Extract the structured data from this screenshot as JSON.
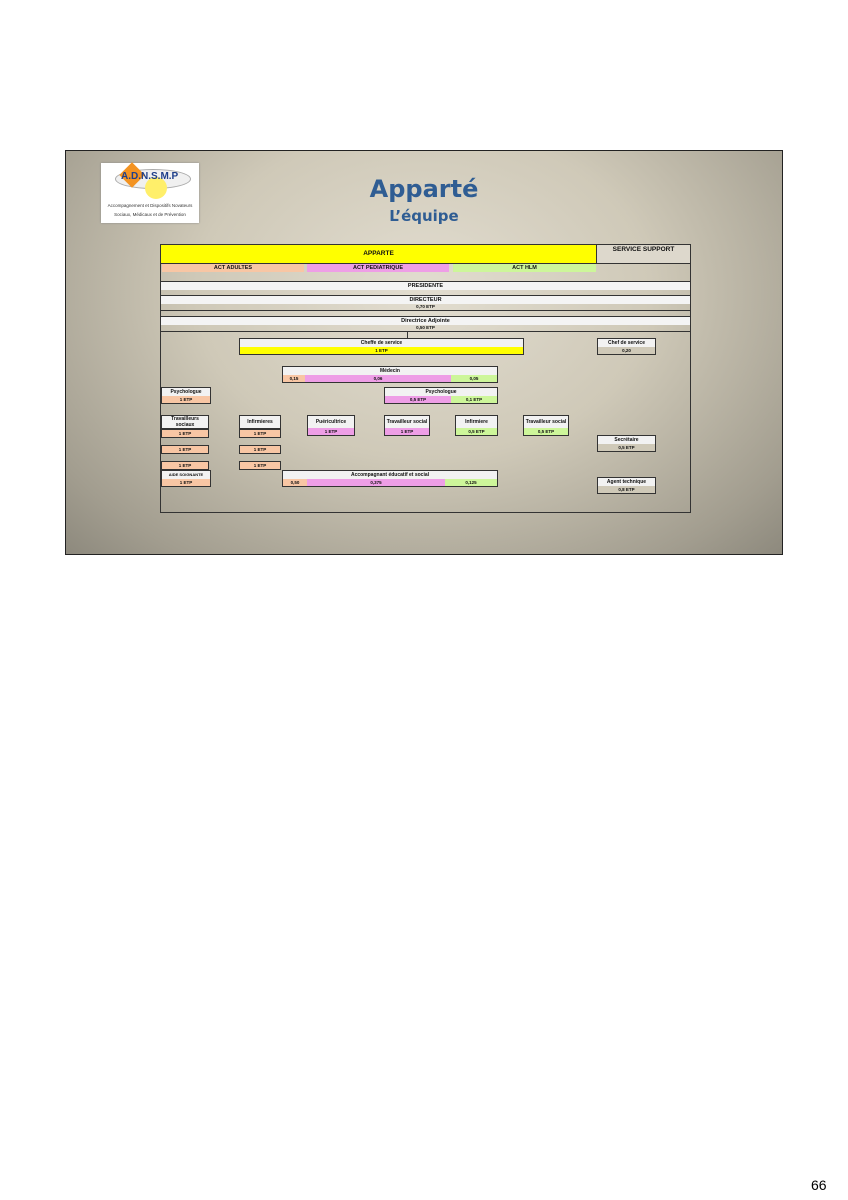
{
  "logo": {
    "name": "A.D.N.S.M.P",
    "line1": "Accompagnement et Dispositifs Novateurs",
    "line2": "Sociaux, Médicaux et de Prévention"
  },
  "title": "Apparté",
  "subtitle": "L’équipe",
  "header": {
    "main": "APPARTE",
    "support": "SERVICE SUPPORT",
    "act": [
      "ACT ADULTES",
      "ACT PEDIATRIQUE",
      "ACT HLM"
    ]
  },
  "presidente": "PRESIDENTE",
  "directeur": {
    "label": "DIRECTEUR",
    "value": "0,70 ETP"
  },
  "adjointe": {
    "label": "Directrice Adjointe",
    "value": "0,50 ETP"
  },
  "cheffe": {
    "label": "Cheffe de service",
    "value": "1 ETP"
  },
  "chef_support": {
    "label": "Chef de service",
    "value": "0,20"
  },
  "medecin": {
    "label": "Médecin",
    "values": [
      "0,15",
      "0,06",
      "0,05"
    ]
  },
  "psy_adultes": {
    "label": "Psychologue",
    "value": "1 ETP"
  },
  "psy_mix": {
    "label": "Psychologue",
    "values": [
      "0,5 ETP",
      "0,1 ETP"
    ]
  },
  "travailleurs": {
    "label": "Travailleurs sociaux",
    "values": [
      "1 ETP",
      "1 ETP",
      "1 ETP"
    ]
  },
  "infirmieres": {
    "label": "Infirmieres",
    "values": [
      "1 ETP",
      "1 ETP",
      "1 ETP"
    ]
  },
  "puericultrice": {
    "label": "Puéricultrice",
    "value": "1 ETP"
  },
  "ts_pedia": {
    "label": "Travailleur social",
    "value": "1 ETP"
  },
  "infirmiere_hlm": {
    "label": "Infirmiere",
    "value": "0,5 ETP"
  },
  "ts_hlm": {
    "label": "Travailleur social",
    "value": "0,5 ETP"
  },
  "secretaire": {
    "label": "Secrétaire",
    "value": "0,5 ETP"
  },
  "aide": {
    "label": "AIDE SOIGNANTE",
    "value": "1 ETP"
  },
  "accompagnant": {
    "label": "Accompagnant éducatif et social",
    "values": [
      "0,50",
      "0,375",
      "0,125"
    ]
  },
  "agent": {
    "label": "Agent technique",
    "value": "0,8 ETP"
  },
  "page_number": "66"
}
